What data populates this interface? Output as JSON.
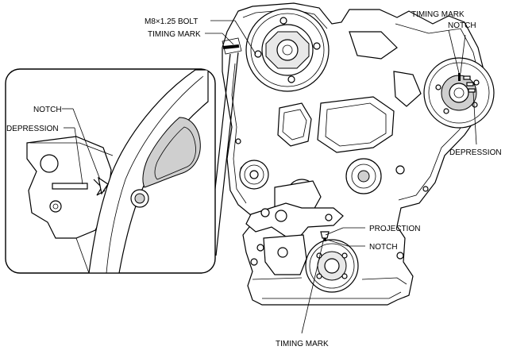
{
  "labels": {
    "bolt": "M8×1.25 BOLT",
    "timing_mark_top_left": "TIMING MARK",
    "timing_mark_top_right": "TIMING MARK",
    "notch_top_right": "NOTCH",
    "depression_right": "DEPRESSION",
    "notch_detail": "NOTCH",
    "depression_detail": "DEPRESSION",
    "projection": "PROJECTION",
    "notch_crank": "NOTCH",
    "timing_mark_bottom": "TIMING MARK"
  }
}
